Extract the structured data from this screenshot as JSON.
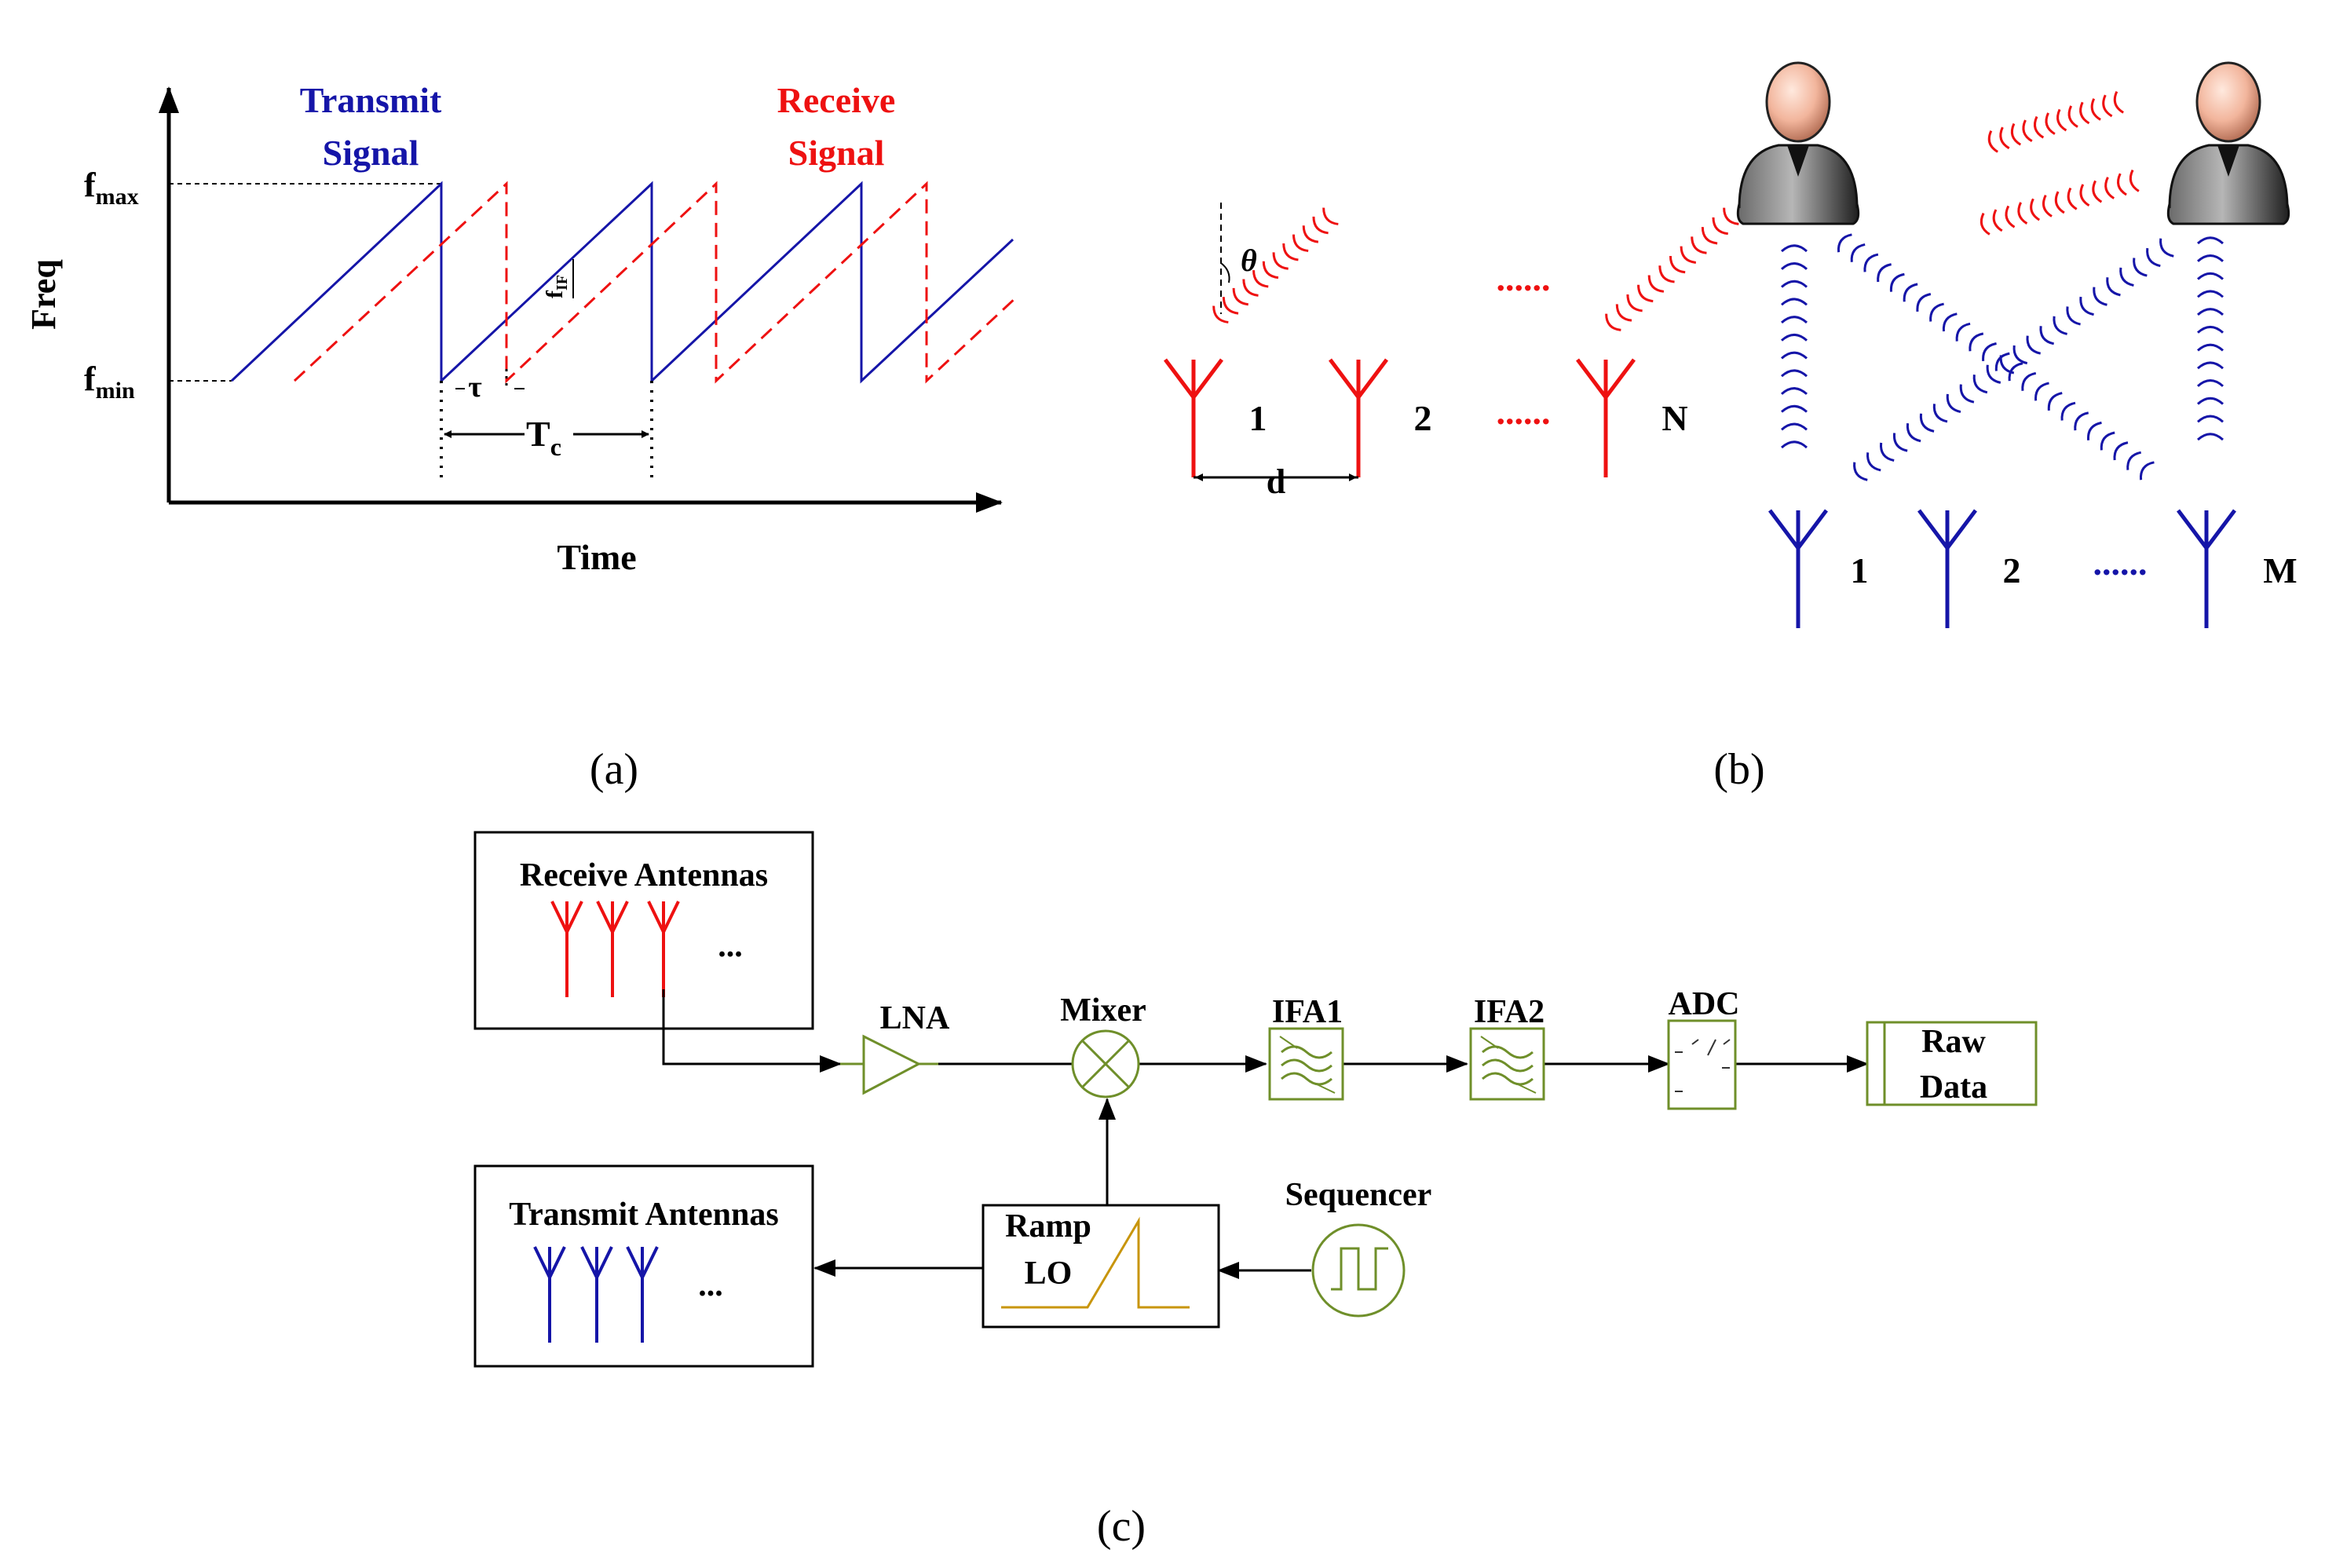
{
  "panel_a": {
    "caption": "(a)",
    "y_axis": "Freq",
    "x_axis": "Time",
    "fmax": "f",
    "fmax_sub": "max",
    "fmin": "f",
    "fmin_sub": "min",
    "transmit_line1": "Transmit",
    "transmit_line2": "Signal",
    "receive_line1": "Receive",
    "receive_line2": "Signal",
    "tau": "τ",
    "tc": "T",
    "tc_sub": "c",
    "fif": "f",
    "fif_sub": "IF"
  },
  "panel_b": {
    "caption": "(b)",
    "theta": "θ",
    "d": "d",
    "tx_labels": [
      "1",
      "2",
      "N"
    ],
    "rx_labels": [
      "1",
      "2",
      "M"
    ],
    "dots": "......"
  },
  "panel_c": {
    "caption": "(c)",
    "receive_antennas": "Receive Antennas",
    "transmit_antennas": "Transmit Antennas",
    "ellipsis": "...",
    "lna": "LNA",
    "mixer": "Mixer",
    "ifa1": "IFA1",
    "ifa2": "IFA2",
    "adc": "ADC",
    "raw_line1": "Raw",
    "raw_line2": "Data",
    "ramp_line1": "Ramp",
    "ramp_line2": "LO",
    "sequencer": "Sequencer"
  },
  "colors": {
    "transmit": "#1515a8",
    "receive": "#ee1111",
    "component": "#6f8f2a",
    "ramp": "#c8950c",
    "black": "#000000"
  }
}
